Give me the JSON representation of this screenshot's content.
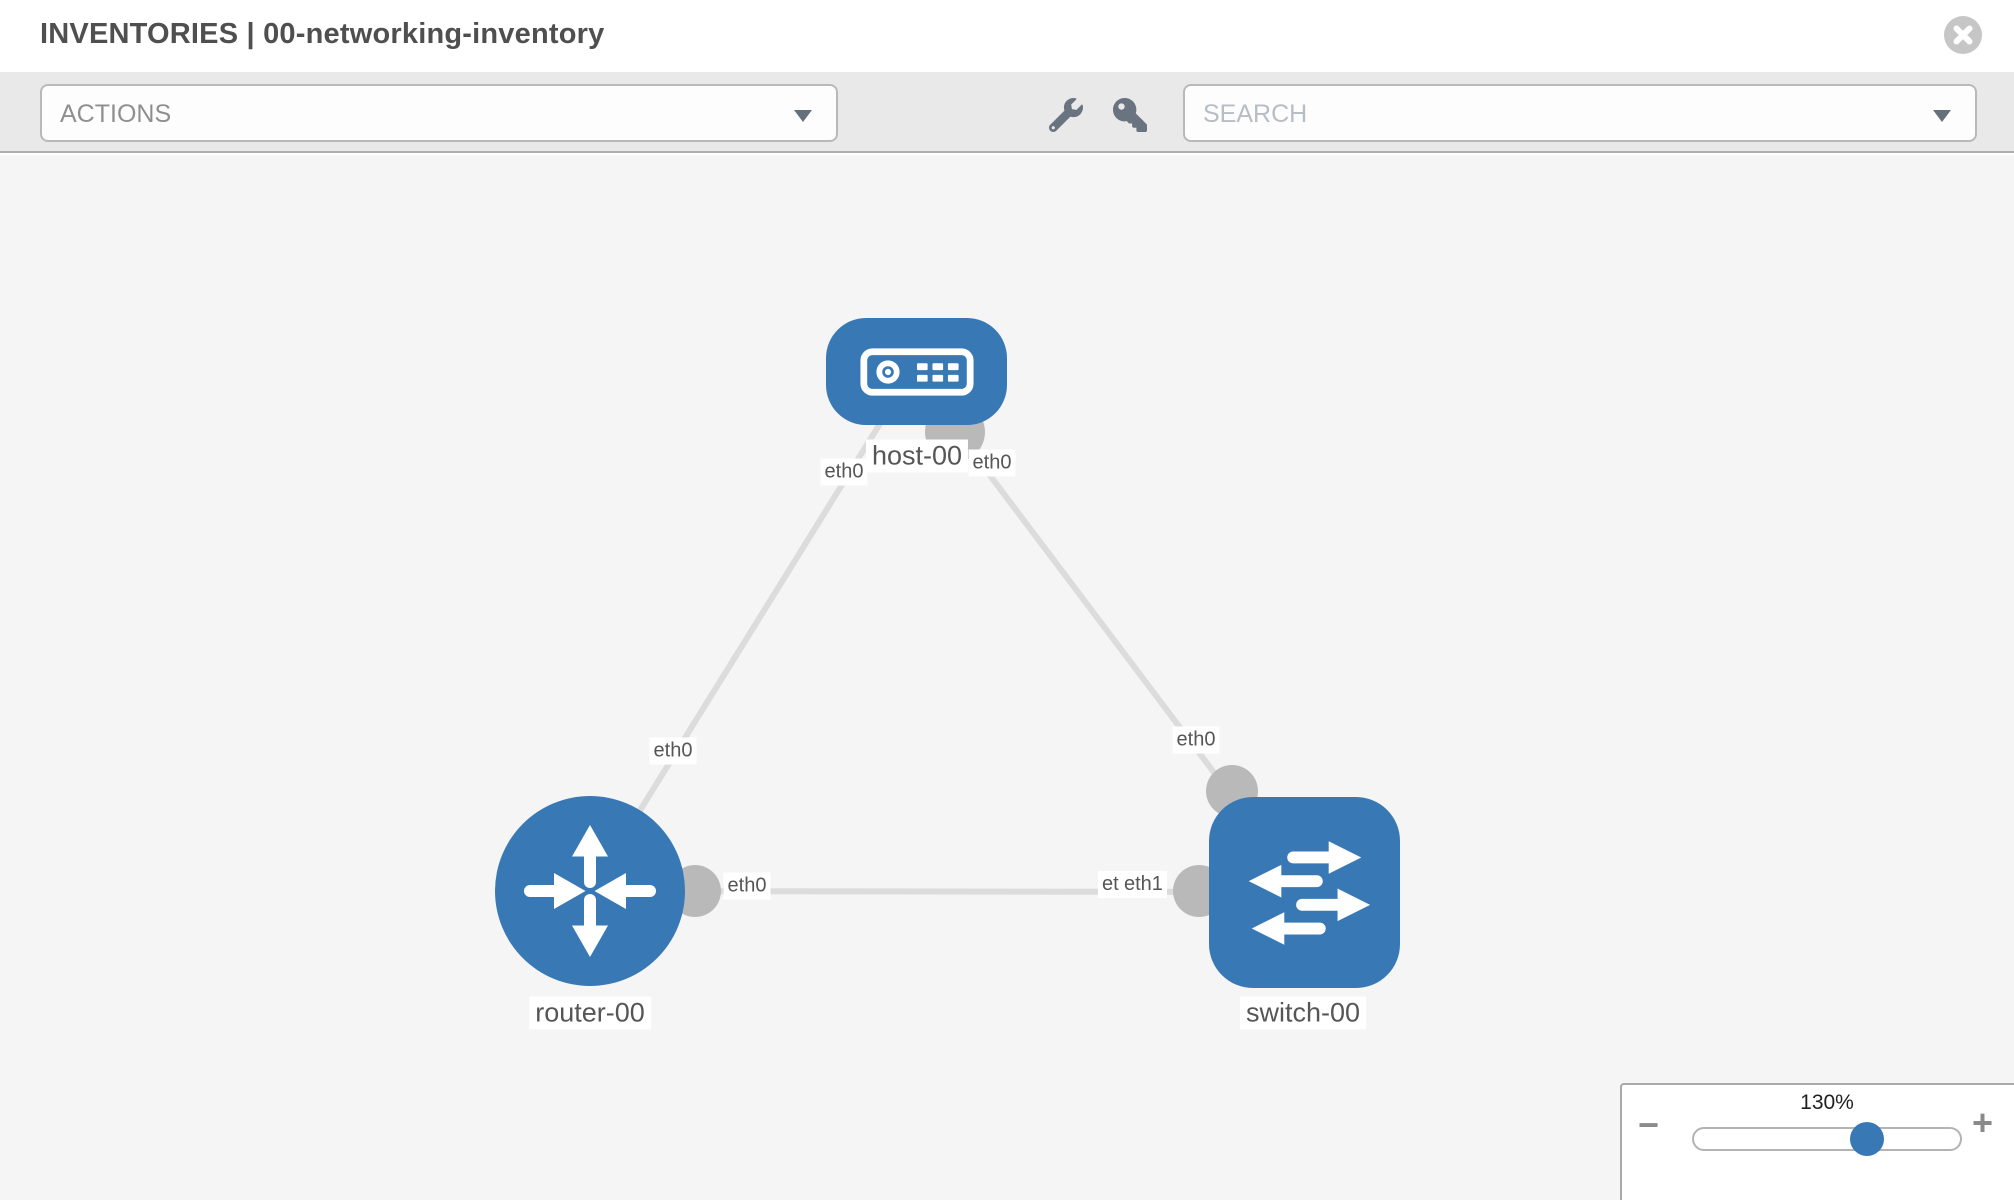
{
  "header": {
    "title": "INVENTORIES | 00-networking-inventory"
  },
  "toolbar": {
    "actions_label": "ACTIONS",
    "search_label": "SEARCH"
  },
  "topology": {
    "nodes": [
      {
        "id": "host-00",
        "type": "host"
      },
      {
        "id": "router-00",
        "type": "router"
      },
      {
        "id": "switch-00",
        "type": "switch"
      }
    ],
    "links": [
      {
        "source": "host-00",
        "source_if": "eth0",
        "target": "router-00",
        "target_if": "eth0"
      },
      {
        "source": "host-00",
        "source_if": "eth0",
        "target": "switch-00",
        "target_if": "eth0"
      },
      {
        "source": "router-00",
        "source_if": "eth0",
        "target": "switch-00",
        "target_if": "eth1",
        "target_if_overlapped": "eth0"
      }
    ]
  },
  "zoom_control": {
    "level": "130%",
    "zoom_out": "−",
    "zoom_in": "+"
  },
  "colors": {
    "node-blue": "#3879b5",
    "link-gray": "#dcdcdc",
    "endpoint-gray": "#b9b9b9",
    "icon-gray": "#6a7480",
    "title-gray": "#4f4f4f"
  }
}
